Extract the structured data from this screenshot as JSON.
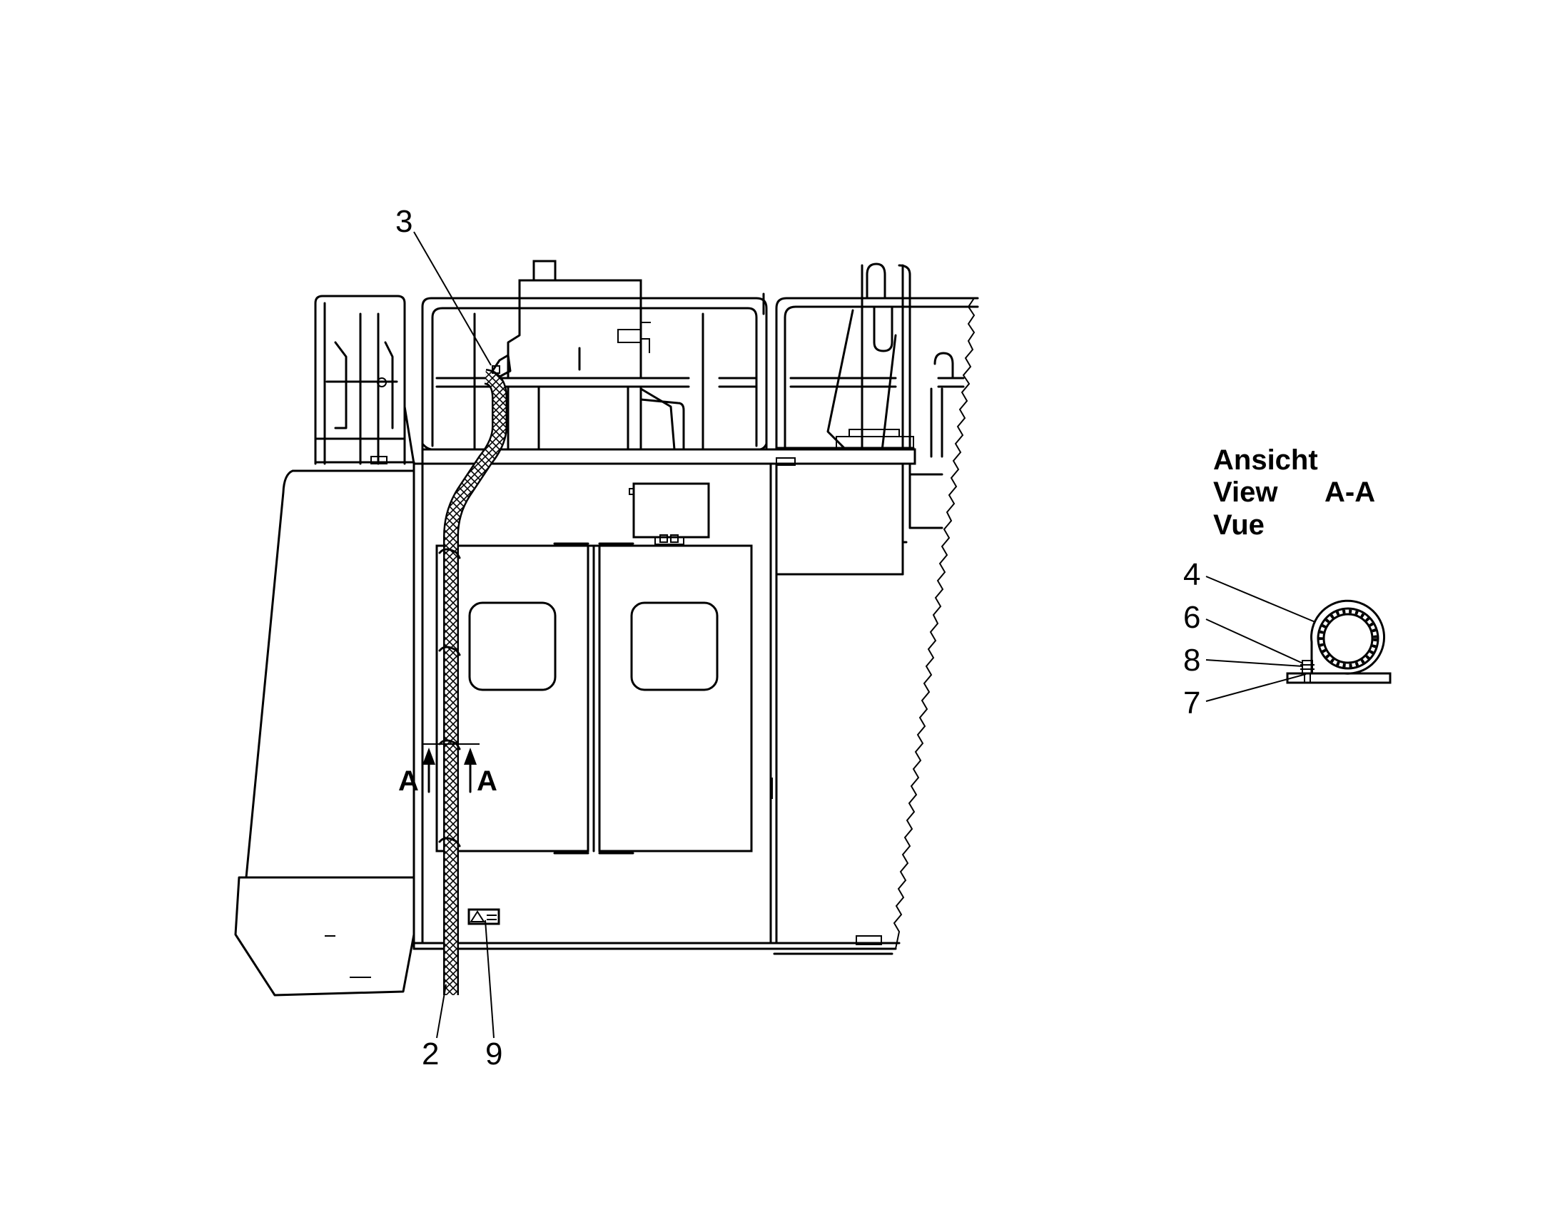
{
  "callouts": {
    "item_2": "2",
    "item_3": "3",
    "item_4": "4",
    "item_6": "6",
    "item_7": "7",
    "item_8": "8",
    "item_9": "9"
  },
  "section": {
    "letter_left": "A",
    "letter_right": "A"
  },
  "view_label": {
    "line1": "Ansicht",
    "line2": "View",
    "line3": "Vue",
    "section_id": "A-A"
  }
}
